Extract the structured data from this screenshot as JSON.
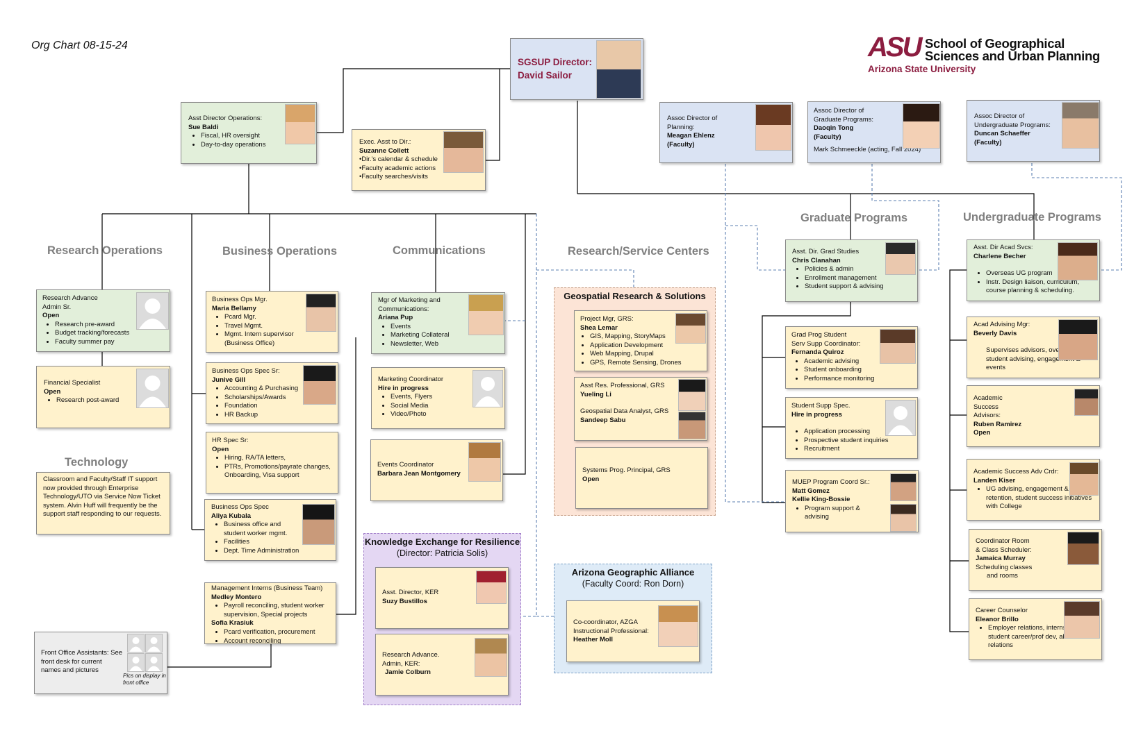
{
  "header": {
    "date_title": "Org Chart 08-15-24",
    "logo_mark": "ASU",
    "logo_line1": "School of Geographical",
    "logo_line2": "Sciences and Urban Planning",
    "logo_sub": "Arizona State University",
    "brand_color": "#8c1d40"
  },
  "director": {
    "label": "SGSUP Director:",
    "name": "David Sailor"
  },
  "asst_director_ops": {
    "title": "Asst Director Operations:",
    "name": "Sue Baldi",
    "items": [
      "Fiscal, HR oversight",
      "Day-to-day operations"
    ]
  },
  "exec_asst": {
    "title": "Exec. Asst to Dir.:",
    "name": "Suzanne Collett",
    "items": [
      "•Dir.'s calendar & schedule",
      "•Faculty academic actions",
      "•Faculty searches/visits"
    ]
  },
  "assoc_planning": {
    "lines": [
      "Assoc Director of",
      "Planning:"
    ],
    "name": "Meagan Ehlenz",
    "note": "(Faculty)"
  },
  "assoc_grad": {
    "lines": [
      "Assoc Director of",
      "Graduate Programs:"
    ],
    "name": "Daoqin Tong",
    "note": "(Faculty)",
    "acting": "Mark Schmeeckle (acting, Fall 2024)"
  },
  "assoc_ug": {
    "lines": [
      "Assoc Director of",
      "Undergraduate Programs:"
    ],
    "name": "Duncan Schaeffer",
    "note": "(Faculty)"
  },
  "sections": {
    "research_ops": "Research Operations",
    "business_ops": "Business Operations",
    "communications": "Communications",
    "centers": "Research/Service Centers",
    "grad": "Graduate Programs",
    "ug": "Undergraduate Programs",
    "technology": "Technology"
  },
  "research_ops": [
    {
      "lines": [
        "Research Advance",
        "Admin Sr."
      ],
      "name": "Open",
      "items": [
        "Research pre-award",
        "Budget tracking/forecasts",
        "Faculty summer pay"
      ]
    },
    {
      "lines": [
        "Financial Specialist"
      ],
      "name": "Open",
      "items": [
        "Research post-award"
      ]
    }
  ],
  "technology_text": "Classroom and Faculty/Staff IT support now provided through Enterprise Technology/UTO via Service Now Ticket system. Alvin Huff will frequently be the support staff responding to our requests.",
  "front_office": {
    "text": "Front Office Assistants: See front desk for current names and pictures",
    "pics_note": "Pics on display in front office"
  },
  "business_ops": [
    {
      "title": "Business Ops Mgr.",
      "name": "Maria Bellamy",
      "items": [
        "Pcard Mgr.",
        "Travel Mgmt.",
        "Mgmt. Intern supervisor (Business Office)"
      ]
    },
    {
      "title": "Business Ops Spec Sr:",
      "name": "Junive Gill",
      "items": [
        "Accounting & Purchasing",
        "Scholarships/Awards",
        "Foundation",
        "HR Backup"
      ]
    },
    {
      "title": "HR Spec Sr:",
      "name": "Open",
      "items": [
        "Hiring, RA/TA letters,",
        "PTRs, Promotions/payrate changes, Onboarding, Visa support"
      ]
    },
    {
      "title": "Business Ops Spec",
      "name": "Aliya Kubala",
      "items": [
        "Business office and student worker mgmt.",
        "Facilities",
        "Dept. Time Administration"
      ]
    }
  ],
  "interns": {
    "title": "Management Interns (Business Team)",
    "name1": "Medley Montero",
    "items1": [
      "Payroll reconciling, student worker supervision, Special projects"
    ],
    "name2": "Sofia Krasiuk",
    "items2": [
      "Pcard verification, procurement",
      "Account reconciling"
    ]
  },
  "communications": [
    {
      "lines": [
        "Mgr of Marketing and",
        "Communications:"
      ],
      "name": "Ariana Pup",
      "items": [
        "Events",
        "Marketing Collateral",
        "Newsletter, Web"
      ]
    },
    {
      "lines": [
        "Marketing Coordinator"
      ],
      "name": "Hire in progress",
      "items": [
        "Events, Flyers",
        "Social Media",
        "Video/Photo"
      ]
    },
    {
      "lines": [
        "Events Coordinator"
      ],
      "name": "Barbara Jean Montgomery",
      "items": []
    }
  ],
  "geospatial": {
    "title": "Geospatial Research & Solutions",
    "pm": {
      "title": "Project Mgr, GRS:",
      "name": "Shea Lemar",
      "items": [
        "GIS, Mapping, StoryMaps",
        "Application Development",
        "Web Mapping, Drupal",
        "GPS, Remote Sensing, Drones"
      ]
    },
    "arp": {
      "title": "Asst Res. Professional, GRS",
      "name": "Yueling Li",
      "title2": "Geospatial Data Analyst, GRS",
      "name2": "Sandeep Sabu"
    },
    "sys": {
      "title": "Systems Prog. Principal, GRS",
      "name": "Open"
    }
  },
  "ker": {
    "title": "Knowledge Exchange for Resilience",
    "sub": "(Director: Patricia Solis)",
    "asst": {
      "title": "Asst. Director, KER",
      "name": "Suzy Bustillos"
    },
    "ra": {
      "lines": [
        "Research Advance.",
        "Admin, KER:"
      ],
      "name": "Jamie Colburn"
    }
  },
  "aga": {
    "title": "Arizona Geographic Alliance",
    "sub": "(Faculty Coord: Ron Dorn)",
    "coord": {
      "lines": [
        "Co-coordinator, AZGA",
        "Instructional Professional:"
      ],
      "name": "Heather Moll"
    }
  },
  "grad": [
    {
      "title": "Asst. Dir. Grad Studies",
      "name": "Chris Clanahan",
      "items": [
        "Policies & admin",
        "Enrollment management",
        "Student support & advising"
      ]
    },
    {
      "lines": [
        "Grad Prog Student",
        "Serv Supp Coordinator:"
      ],
      "name": "Fernanda Quiroz",
      "items": [
        "Academic advising",
        "Student onboarding",
        "Performance monitoring"
      ]
    },
    {
      "lines": [
        "Student Supp Spec."
      ],
      "name": "Hire in progress",
      "items": [
        "Application processing",
        "Prospective student inquiries",
        "Recruitment"
      ]
    },
    {
      "lines": [
        "MUEP Program Coord Sr.:"
      ],
      "name": "Matt Gomez",
      "name2": "Kellie King-Bossie",
      "items": [
        "Program support & advising"
      ]
    }
  ],
  "ug": [
    {
      "title": "Asst. Dir Acad Svcs:",
      "name": "Charlene Becher",
      "items": [
        "Overseas UG program",
        "Instr. Design liaison, curriculum, course planning & scheduling."
      ]
    },
    {
      "title": "Acad Advising Mgr:",
      "name": "Beverly Davis",
      "items": [
        "Supervises advisors, oversees student advising, engagement & events"
      ]
    },
    {
      "lines": [
        "Academic",
        "Success",
        "Advisors:"
      ],
      "name": "Ruben Ramirez",
      "name2": "Open"
    },
    {
      "title": "Academic Success Adv Crdr:",
      "name": "Landen Kiser",
      "items": [
        "UG advising, engagement & retention, student success initiatives with College"
      ]
    },
    {
      "lines": [
        "Coordinator Room",
        "& Class Scheduler:"
      ],
      "name": "Jamaica Murray",
      "lines2": [
        "Scheduling classes",
        "and rooms"
      ]
    },
    {
      "title": "Career Counselor",
      "name": "Eleanor Brillo",
      "items": [
        "Employer relations, internships, student career/prof dev, alumni relations"
      ]
    }
  ],
  "icons": [
    "headshot-photo",
    "placeholder-avatar-icon",
    "asu-logo"
  ]
}
